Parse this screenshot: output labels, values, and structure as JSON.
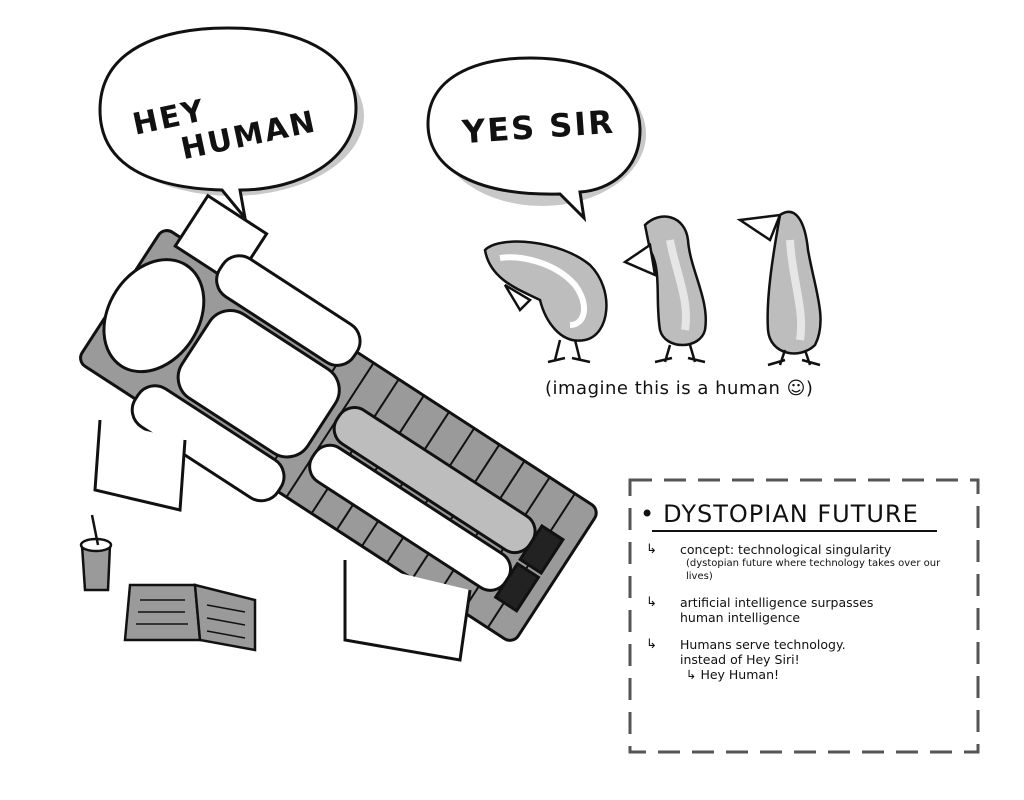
{
  "bubbles": {
    "left": {
      "line1": "HEY",
      "line2": "HUMAN"
    },
    "right": {
      "text": "YES SIR"
    }
  },
  "caption": "(imagine this is a human ☺)",
  "notes": {
    "bullet": "•",
    "title": "DYSTOPIAN FUTURE",
    "arrow": "↳",
    "items": [
      {
        "text": "concept: technological singularity",
        "sub": "(dystopian future where technology takes over our lives)"
      },
      {
        "text": "artificial intelligence surpasses",
        "sub": "human intelligence"
      },
      {
        "text": "Humans serve technology.",
        "sub": "instead of Hey Siri!",
        "subitem": "↳ Hey Human!"
      }
    ]
  },
  "colors": {
    "ink": "#111111",
    "shade": "#9a9a9a",
    "light": "#d2d2d2"
  }
}
